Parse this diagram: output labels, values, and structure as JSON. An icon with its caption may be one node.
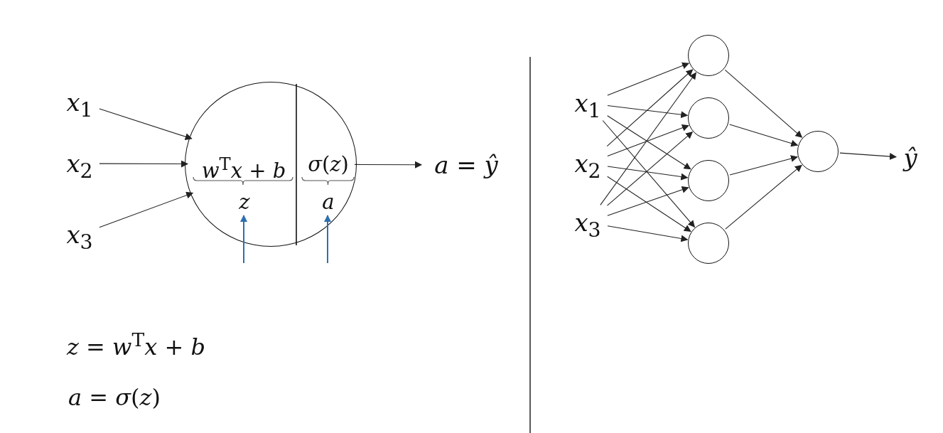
{
  "diagram": {
    "nodes": [
      {
        "text": [
          "*x*$_{1}$"
        ]
      },
      {
        "text": [
          "*x*$_{2}$"
        ]
      },
      {
        "text": [
          "*x*$_{3}$"
        ]
      },
      {
        "text": [
          "*w*$^{T}$*x* + *b*",
          "*σ*(*z*)"
        ]
      },
      {
        "text": [
          "*z*"
        ],
        "in": 3
      },
      {
        "text": [
          "*a*"
        ],
        "in": 3
      },
      {
        "text": [
          "*a* = *ŷ*"
        ]
      },
      {
        "text": [
          "*x*$_{1}$"
        ]
      },
      {
        "text": [
          "*x*$_{2}$"
        ]
      },
      {
        "text": [
          "*x*$_{3}$"
        ]
      },
      {
        "text": [],
        "shape": "circle"
      },
      {
        "text": [],
        "shape": "circle"
      },
      {
        "text": [],
        "shape": "circle"
      },
      {
        "text": [],
        "shape": "circle"
      },
      {
        "text": [],
        "shape": "circle"
      },
      {
        "text": [
          "*ŷ*"
        ]
      }
    ],
    "edges": [
      {
        "from": 0,
        "to": 3,
        "arrow": "to"
      },
      {
        "from": 1,
        "to": 3,
        "arrow": "to"
      },
      {
        "from": 2,
        "to": 3,
        "arrow": "to"
      },
      {
        "from": null,
        "to": 4,
        "arrow": "to",
        "color": "#2f6fb0"
      },
      {
        "from": null,
        "to": 5,
        "arrow": "to",
        "color": "#2f6fb0"
      },
      {
        "from": 3,
        "to": 6,
        "arrow": "to"
      },
      {
        "from": 7,
        "to": 10,
        "arrow": "to"
      },
      {
        "from": 7,
        "to": 11,
        "arrow": "to"
      },
      {
        "from": 7,
        "to": 12,
        "arrow": "to"
      },
      {
        "from": 7,
        "to": 13,
        "arrow": "to"
      },
      {
        "from": 8,
        "to": 10,
        "arrow": "to"
      },
      {
        "from": 8,
        "to": 11,
        "arrow": "to"
      },
      {
        "from": 8,
        "to": 12,
        "arrow": "to"
      },
      {
        "from": 8,
        "to": 13,
        "arrow": "to"
      },
      {
        "from": 9,
        "to": 10,
        "arrow": "to"
      },
      {
        "from": 9,
        "to": 11,
        "arrow": "to"
      },
      {
        "from": 9,
        "to": 12,
        "arrow": "to"
      },
      {
        "from": 9,
        "to": 13,
        "arrow": "to"
      },
      {
        "from": 10,
        "to": 14,
        "arrow": "to"
      },
      {
        "from": 11,
        "to": 14,
        "arrow": "to"
      },
      {
        "from": 12,
        "to": 14,
        "arrow": "to"
      },
      {
        "from": 13,
        "to": 14,
        "arrow": "to"
      },
      {
        "from": 14,
        "to": 15,
        "arrow": "to"
      }
    ],
    "labels": [
      "*z* = *w*$^{T}$*x* + *b*",
      "*a* = *σ*(*z*)"
    ]
  }
}
